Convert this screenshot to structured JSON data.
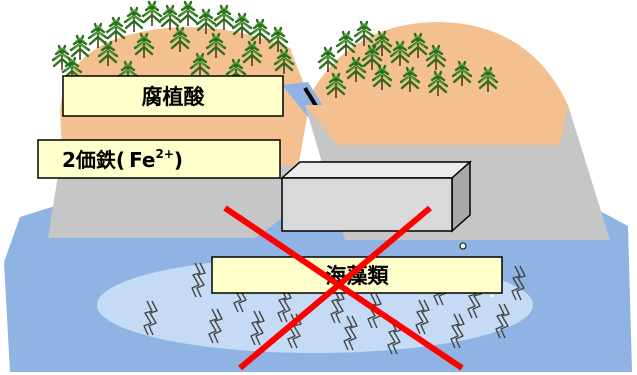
{
  "labels": {
    "humic_acid": "腐植酸",
    "ferrous_iron_prefix": "2価鉄(",
    "ferrous_iron_symbol": "Fe",
    "ferrous_iron_charge": "2+",
    "ferrous_iron_suffix": ")",
    "seaweed": "海藻類"
  },
  "colors": {
    "sea": "#8fb4e3",
    "sea_pale": "#c5dbf5",
    "land": "#f4c08f",
    "concrete": "#c6c6c6",
    "block": "#d9d9d9",
    "label_fill": "#ffffcc",
    "cross": "#ff0000",
    "tree": "#3f8f2e"
  },
  "icons": [
    "tree-icon",
    "seaweed-icon",
    "cross-mark-icon",
    "bubble-icon"
  ]
}
